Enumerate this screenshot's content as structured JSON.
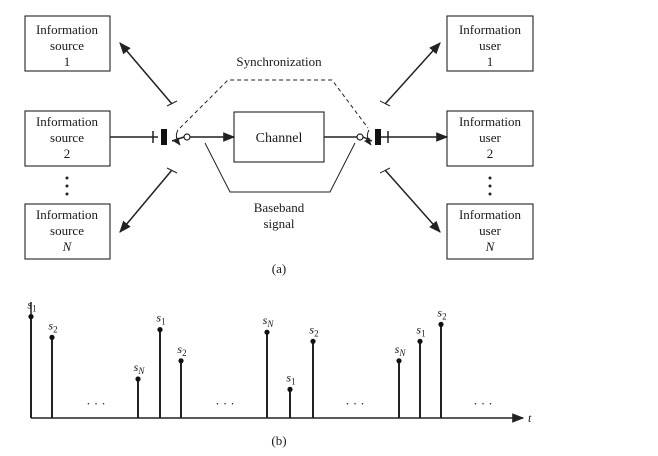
{
  "part_a": {
    "left_boxes": [
      {
        "line1": "Information",
        "line2": "source",
        "line3": "1"
      },
      {
        "line1": "Information",
        "line2": "source",
        "line3": "2"
      },
      {
        "line1": "Information",
        "line2": "source",
        "line3": "N"
      }
    ],
    "right_boxes": [
      {
        "line1": "Information",
        "line2": "user",
        "line3": "1"
      },
      {
        "line1": "Information",
        "line2": "user",
        "line3": "2"
      },
      {
        "line1": "Information",
        "line2": "user",
        "line3": "N"
      }
    ],
    "channel_label": "Channel",
    "sync_label": "Synchronization",
    "baseband_line1": "Baseband",
    "baseband_line2": "signal",
    "caption": "(a)"
  },
  "part_b": {
    "caption": "(b)",
    "axis_label": "t",
    "ellipsis": "· · ·",
    "pulses": [
      {
        "sym": "s",
        "sub": "1",
        "h": 0.78
      },
      {
        "sym": "s",
        "sub": "2",
        "h": 0.62
      },
      {
        "sym": "s",
        "sub": "N",
        "h": 0.3
      },
      {
        "sym": "s",
        "sub": "1",
        "h": 0.68
      },
      {
        "sym": "s",
        "sub": "2",
        "h": 0.44
      },
      {
        "sym": "s",
        "sub": "N",
        "h": 0.66
      },
      {
        "sym": "s",
        "sub": "1",
        "h": 0.22
      },
      {
        "sym": "s",
        "sub": "2",
        "h": 0.59
      },
      {
        "sym": "s",
        "sub": "N",
        "h": 0.44
      },
      {
        "sym": "s",
        "sub": "1",
        "h": 0.59
      },
      {
        "sym": "s",
        "sub": "2",
        "h": 0.72
      }
    ]
  }
}
